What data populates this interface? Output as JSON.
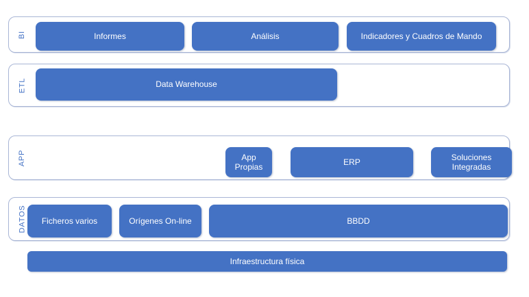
{
  "colors": {
    "box_fill": "#4472C4",
    "box_text": "#FFFFFF",
    "container_border": "#A8B5D5",
    "layer_label_text": "#4472C4",
    "background": "#FFFFFF"
  },
  "diagram": {
    "type": "layered-architecture",
    "layers": [
      {
        "label": "BI",
        "boxes": [
          {
            "label": "Informes"
          },
          {
            "label": "Análisis"
          },
          {
            "label": "Indicadores y Cuadros de Mando"
          }
        ]
      },
      {
        "label": "ETL",
        "boxes": [
          {
            "label": "Data Warehouse"
          }
        ]
      },
      {
        "label": "APP",
        "boxes": [
          {
            "label": "App Propias"
          },
          {
            "label": "ERP"
          },
          {
            "label": "Soluciones Integradas"
          }
        ]
      },
      {
        "label": "DATOS",
        "boxes": [
          {
            "label": "Ficheros varios"
          },
          {
            "label": "Orígenes On-line"
          },
          {
            "label": "BBDD"
          }
        ]
      }
    ],
    "base_bar": {
      "label": "Infraestructura física"
    }
  }
}
